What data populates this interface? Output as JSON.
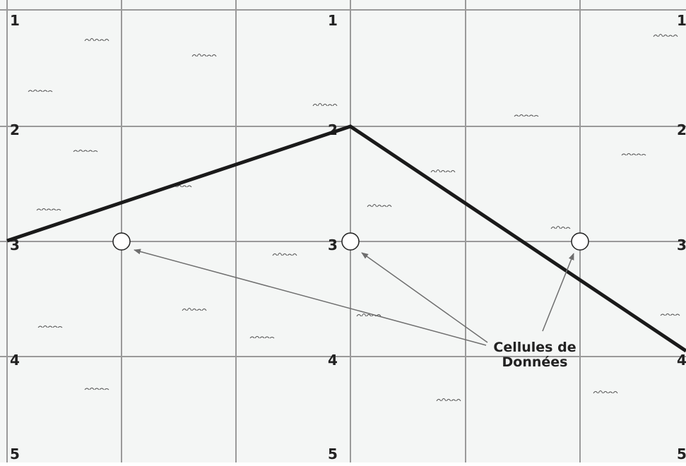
{
  "diagram": {
    "row_labels": [
      "1",
      "2",
      "3",
      "4",
      "5"
    ],
    "label_columns": 3,
    "callout": {
      "line1": "Cellules de",
      "line2": "Données"
    },
    "colors": {
      "background": "#f4f6f5",
      "grid": "#9a9a9a",
      "contour": "#1a1a1a",
      "arrow": "#6e6e6e",
      "cell_marker_fill": "#ffffff",
      "cell_marker_stroke": "#222222"
    }
  }
}
